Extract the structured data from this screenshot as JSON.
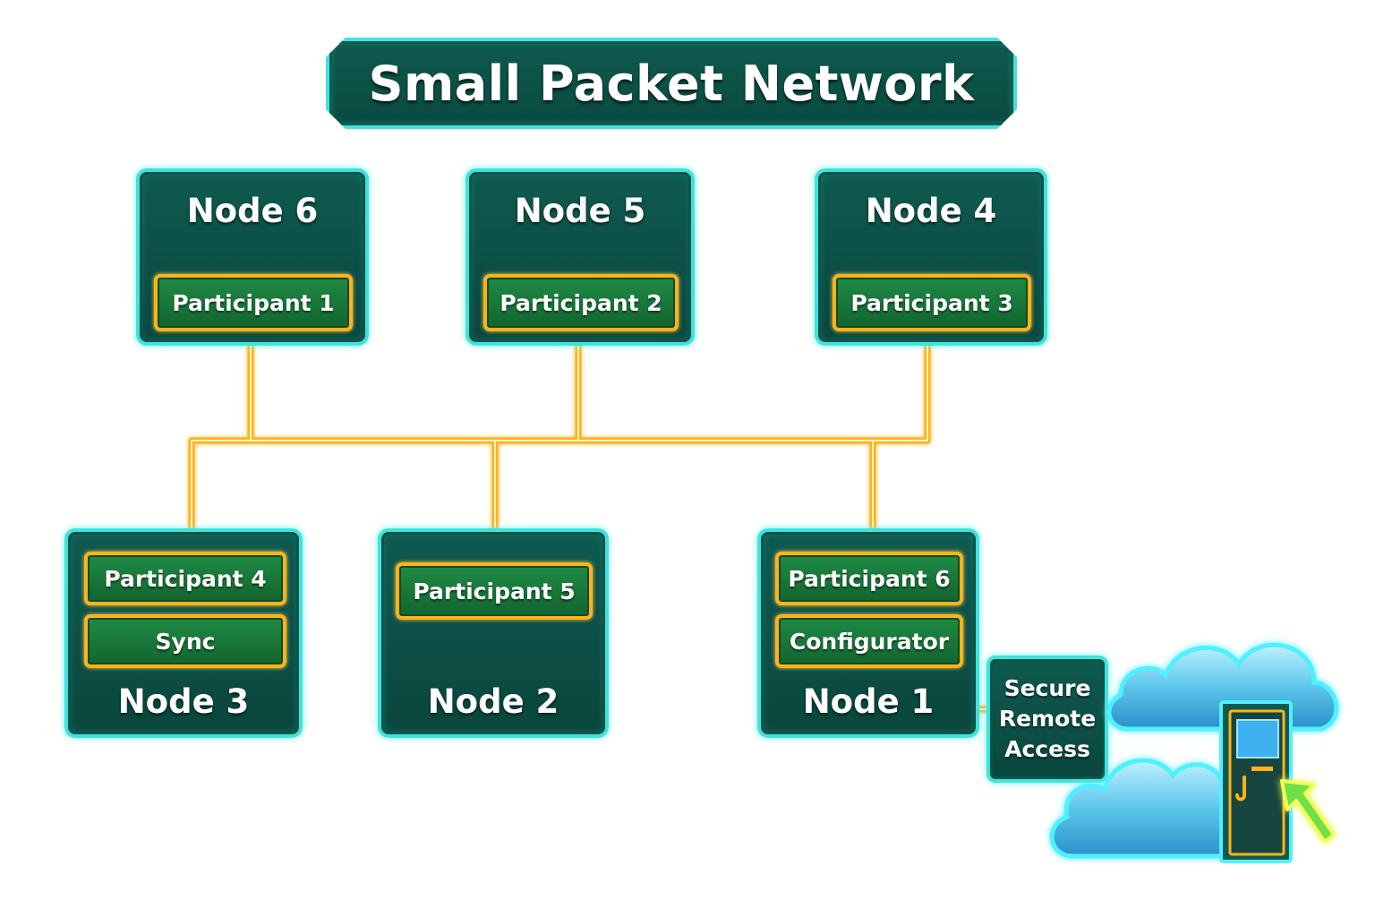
{
  "title": "Small Packet Network",
  "nodes": {
    "node6": {
      "label": "Node 6",
      "components": [
        "Participant 1"
      ]
    },
    "node5": {
      "label": "Node 5",
      "components": [
        "Participant 2"
      ]
    },
    "node4": {
      "label": "Node 4",
      "components": [
        "Participant 3"
      ]
    },
    "node3": {
      "label": "Node 3",
      "components": [
        "Participant 4",
        "Sync"
      ]
    },
    "node2": {
      "label": "Node 2",
      "components": [
        "Participant 5"
      ]
    },
    "node1": {
      "label": "Node 1",
      "components": [
        "Participant 6",
        "Configurator"
      ]
    }
  },
  "secure_remote_access": {
    "line1": "Secure",
    "line2": "Remote",
    "line3": "Access"
  },
  "colors": {
    "node_fill": "#0d5248",
    "node_border": "#3fe3dc",
    "participant_fill": "#1b7a3c",
    "participant_border": "#ffb21a",
    "link": "#ffb21a",
    "cloud": "#4fc3e8"
  },
  "icons": [
    "cloud-icon",
    "door-icon",
    "arrow-cursor-icon"
  ]
}
